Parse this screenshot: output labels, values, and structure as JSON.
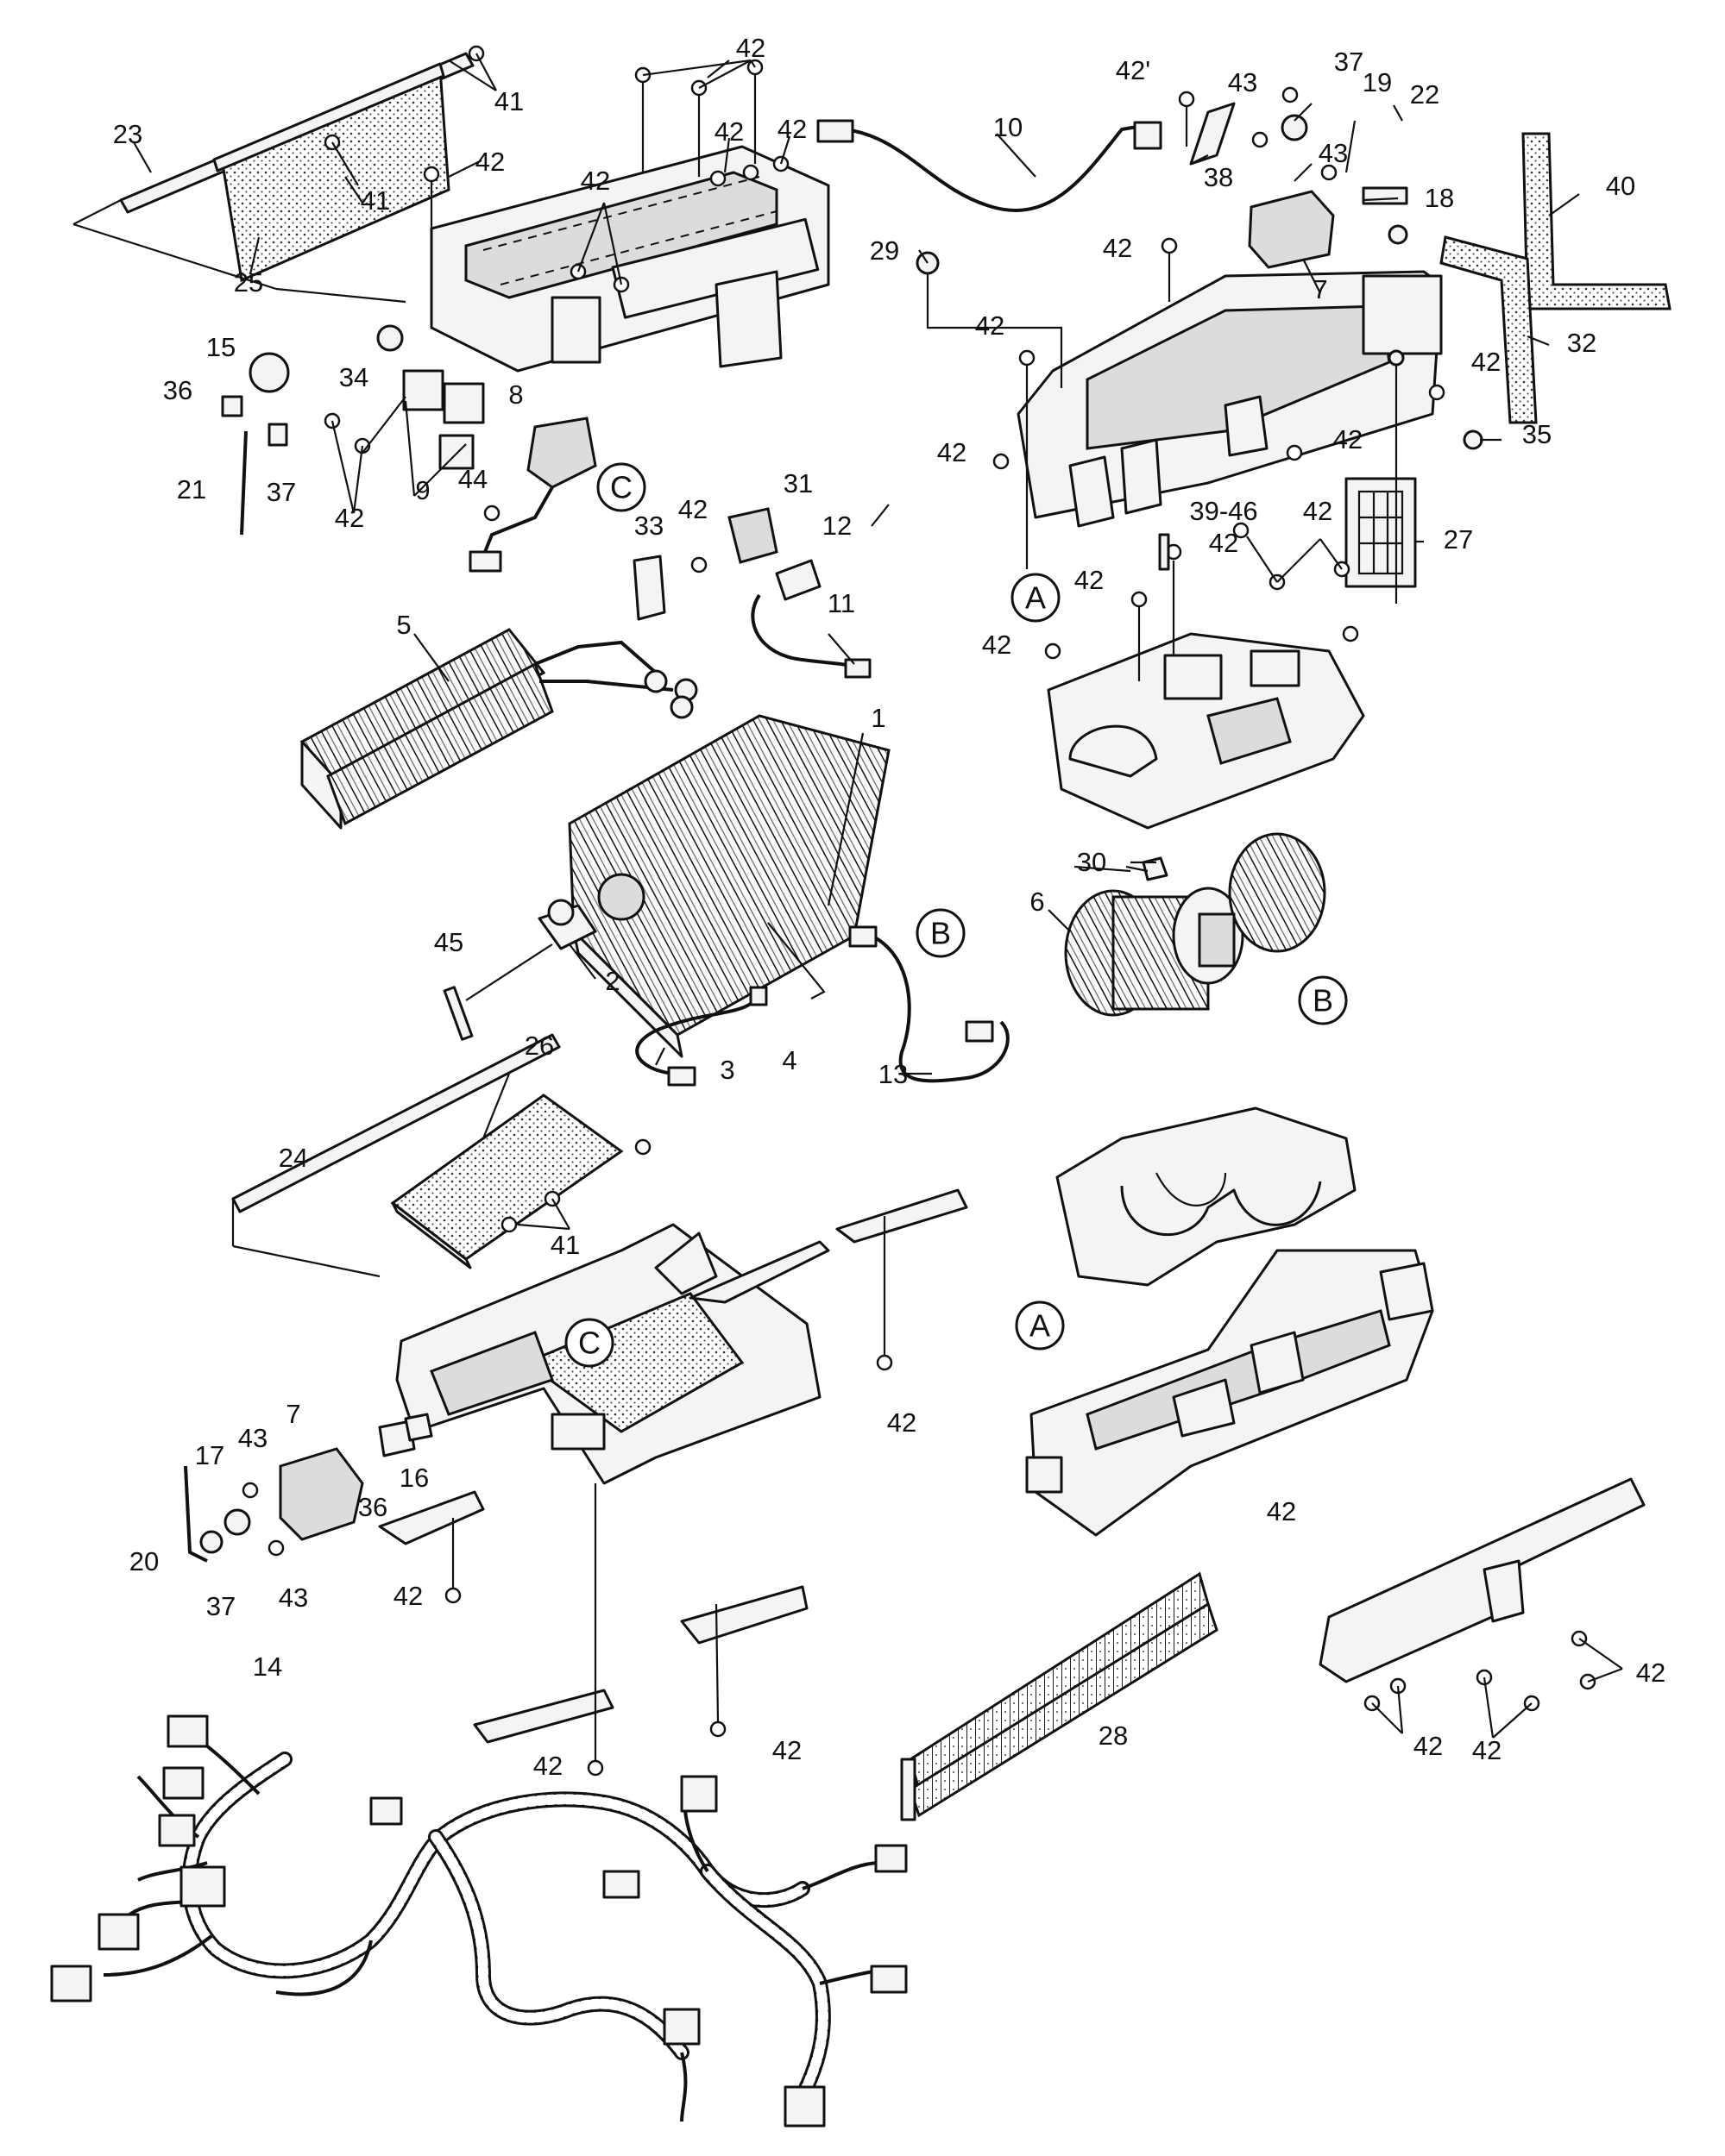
{
  "diagram": {
    "part_labels": [
      {
        "id": "l1",
        "text": "41"
      },
      {
        "id": "l2",
        "text": "23"
      },
      {
        "id": "l3",
        "text": "41"
      },
      {
        "id": "l4",
        "text": "25"
      },
      {
        "id": "l5",
        "text": "42"
      },
      {
        "id": "l6",
        "text": "42"
      },
      {
        "id": "l7",
        "text": "42"
      },
      {
        "id": "l8",
        "text": "42"
      },
      {
        "id": "l9",
        "text": "42"
      },
      {
        "id": "l10",
        "text": "15"
      },
      {
        "id": "l11",
        "text": "36"
      },
      {
        "id": "l12",
        "text": "34"
      },
      {
        "id": "l13",
        "text": "21"
      },
      {
        "id": "l14",
        "text": "37"
      },
      {
        "id": "l15",
        "text": "42"
      },
      {
        "id": "l16",
        "text": "9"
      },
      {
        "id": "l17",
        "text": "8"
      },
      {
        "id": "l18",
        "text": "44"
      },
      {
        "id": "l19",
        "text": "10"
      },
      {
        "id": "l20",
        "text": "29"
      },
      {
        "id": "l21",
        "text": "42'"
      },
      {
        "id": "l22",
        "text": "43"
      },
      {
        "id": "l23",
        "text": "37"
      },
      {
        "id": "l24",
        "text": "19"
      },
      {
        "id": "l25",
        "text": "22"
      },
      {
        "id": "l26",
        "text": "38"
      },
      {
        "id": "l27",
        "text": "43"
      },
      {
        "id": "l28",
        "text": "18"
      },
      {
        "id": "l29",
        "text": "40"
      },
      {
        "id": "l30",
        "text": "42"
      },
      {
        "id": "l31",
        "text": "7"
      },
      {
        "id": "l32",
        "text": "42"
      },
      {
        "id": "l33",
        "text": "32"
      },
      {
        "id": "l34",
        "text": "42"
      },
      {
        "id": "l35",
        "text": "35"
      },
      {
        "id": "l36",
        "text": "42"
      },
      {
        "id": "l37",
        "text": "42"
      },
      {
        "id": "l38",
        "text": "39-46"
      },
      {
        "id": "l39",
        "text": "42"
      },
      {
        "id": "l40",
        "text": "27"
      },
      {
        "id": "l41",
        "text": "42"
      },
      {
        "id": "l42",
        "text": "42"
      },
      {
        "id": "l43",
        "text": "42"
      },
      {
        "id": "l44",
        "text": "31"
      },
      {
        "id": "l45",
        "text": "33"
      },
      {
        "id": "l46",
        "text": "42"
      },
      {
        "id": "l47",
        "text": "12"
      },
      {
        "id": "l48",
        "text": "11"
      },
      {
        "id": "l49",
        "text": "5"
      },
      {
        "id": "l50",
        "text": "1"
      },
      {
        "id": "l51",
        "text": "30"
      },
      {
        "id": "l52",
        "text": "6"
      },
      {
        "id": "l53",
        "text": "45"
      },
      {
        "id": "l54",
        "text": "2"
      },
      {
        "id": "l55",
        "text": "3"
      },
      {
        "id": "l56",
        "text": "4"
      },
      {
        "id": "l57",
        "text": "13"
      },
      {
        "id": "l58",
        "text": "26"
      },
      {
        "id": "l59",
        "text": "24"
      },
      {
        "id": "l60",
        "text": "41"
      },
      {
        "id": "l61",
        "text": "42"
      },
      {
        "id": "l62",
        "text": "7"
      },
      {
        "id": "l63",
        "text": "43"
      },
      {
        "id": "l64",
        "text": "17"
      },
      {
        "id": "l65",
        "text": "16"
      },
      {
        "id": "l66",
        "text": "36"
      },
      {
        "id": "l67",
        "text": "20"
      },
      {
        "id": "l68",
        "text": "37"
      },
      {
        "id": "l69",
        "text": "43"
      },
      {
        "id": "l70",
        "text": "42"
      },
      {
        "id": "l71",
        "text": "42"
      },
      {
        "id": "l72",
        "text": "14"
      },
      {
        "id": "l73",
        "text": "42"
      },
      {
        "id": "l74",
        "text": "42"
      },
      {
        "id": "l75",
        "text": "28"
      },
      {
        "id": "l76",
        "text": "42"
      },
      {
        "id": "l77",
        "text": "42"
      },
      {
        "id": "l78",
        "text": "42"
      }
    ],
    "reference_markers": [
      {
        "id": "mA1",
        "text": "A"
      },
      {
        "id": "mA2",
        "text": "A"
      },
      {
        "id": "mB1",
        "text": "B"
      },
      {
        "id": "mB2",
        "text": "B"
      },
      {
        "id": "mC1",
        "text": "C"
      },
      {
        "id": "mC2",
        "text": "C"
      }
    ]
  }
}
